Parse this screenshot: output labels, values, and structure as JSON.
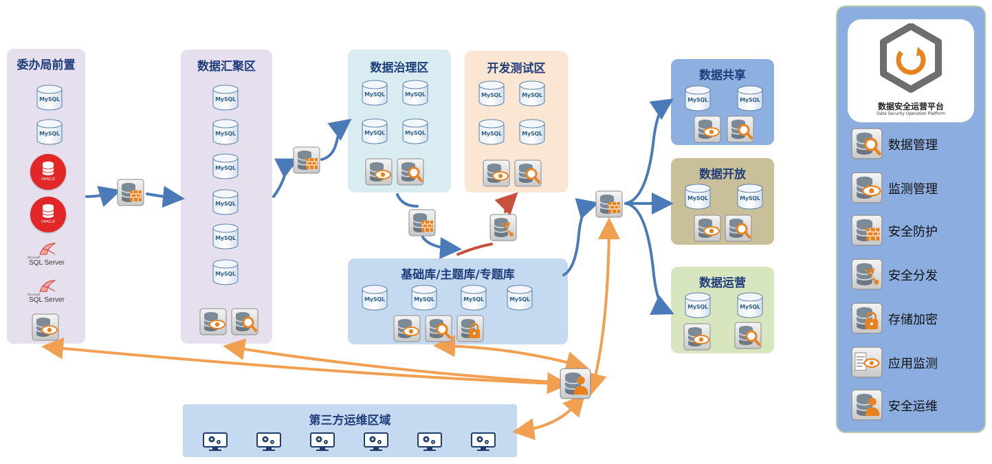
{
  "zones": {
    "weiban": "委办局前置",
    "huiju": "数据汇聚区",
    "zhili": "数据治理区",
    "kaifa": "开发测试区",
    "jichu": "基础库/主题库/专题库",
    "gongxiang": "数据共享",
    "kaifang": "数据开放",
    "yunying": "数据运营",
    "disanfang": "第三方运维区域"
  },
  "db_labels": {
    "mysql": "MySQL",
    "oracle": "ORACLE",
    "sqlserver": "SQL Server",
    "microsoft": "Microsoft"
  },
  "platform": {
    "name_cn": "数据安全运营平台",
    "name_en": "Data Security Operation Platform"
  },
  "legend": [
    {
      "icon": "data-manage-icon",
      "label": "数据管理"
    },
    {
      "icon": "monitor-manage-icon",
      "label": "监测管理"
    },
    {
      "icon": "firewall-icon",
      "label": "安全防护"
    },
    {
      "icon": "security-distribute-icon",
      "label": "安全分发"
    },
    {
      "icon": "storage-encrypt-icon",
      "label": "存储加密"
    },
    {
      "icon": "app-monitor-icon",
      "label": "应用监测"
    },
    {
      "icon": "security-ops-icon",
      "label": "安全运维"
    }
  ],
  "colors": {
    "flow_blue": "#4a7ab8",
    "flow_orange": "#f0a050",
    "flow_red": "#c8503c",
    "zone_lavender": "#e6e0ee",
    "zone_lightblue": "#d8ecf2",
    "zone_peach": "#fbe6d4",
    "zone_blue": "#c5d9f1",
    "zone_share": "#8eb0e0",
    "zone_open": "#c9c09a",
    "zone_ops": "#d8e6c0",
    "accent_orange": "#e8821e"
  }
}
